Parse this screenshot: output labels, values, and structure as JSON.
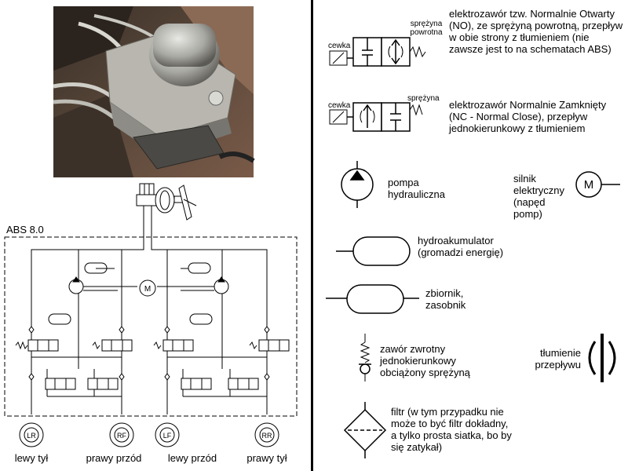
{
  "left": {
    "system_label": "ABS 8.0",
    "wheels": [
      {
        "code": "LR",
        "label": "lewy tył"
      },
      {
        "code": "RF",
        "label": "prawy przód"
      },
      {
        "code": "LF",
        "label": "lewy przód"
      },
      {
        "code": "RR",
        "label": "prawy tył"
      }
    ],
    "motor_letter": "M"
  },
  "legend": {
    "valve_no": {
      "coil": "cewka",
      "spring": "sprężyna powrotna",
      "description": "elektrozawór tzw. Normalnie Otwarty (NO), ze sprężyną powrotną, przepływ w obie strony z tłumieniem (nie zawsze jest to na schematach ABS)"
    },
    "valve_nc": {
      "coil": "cewka",
      "spring": "sprężyna",
      "description": "elektrozawór Normalnie Zamknięty (NC - Normal Close), przepływ jednokierunkowy z tłumieniem"
    },
    "pump": {
      "description": "pompa hydrauliczna"
    },
    "motor": {
      "description": "silnik elektryczny (napęd pomp)",
      "letter": "M"
    },
    "accumulator": {
      "description": "hydroakumulator (gromadzi energię)"
    },
    "reservoir": {
      "description": "zbiornik, zasobnik"
    },
    "check_valve": {
      "description": "zawór zwrotny jednokierunkowy obciążony sprężyną"
    },
    "damping": {
      "description": "tłumienie przepływu"
    },
    "filter": {
      "description": "filtr (w tym przypadku nie może to być filtr dokładny, a tylko prosta siatka, bo by się zatykał)"
    }
  }
}
